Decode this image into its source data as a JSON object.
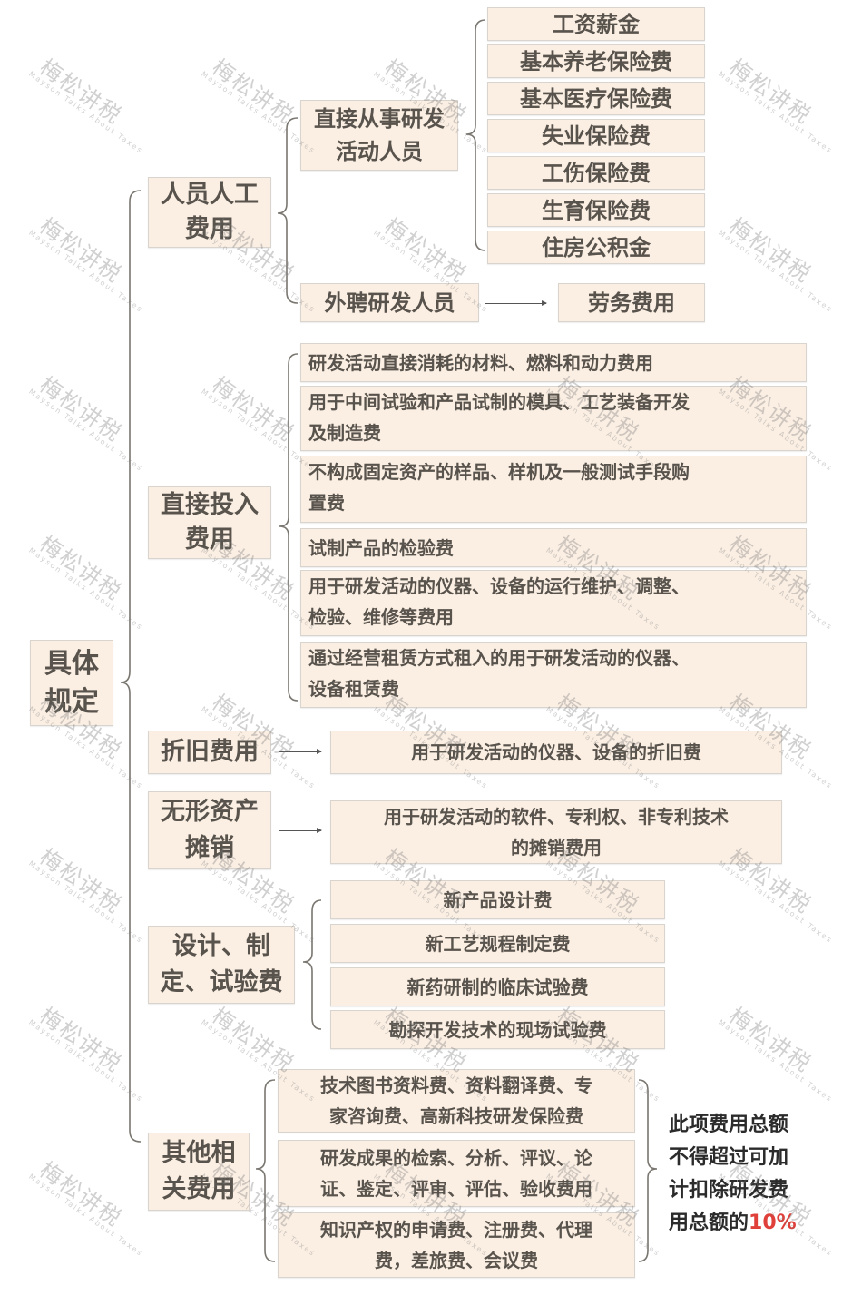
{
  "root": {
    "label": "具体\n规定",
    "line1": "具体",
    "line2": "规定"
  },
  "categories": [
    {
      "id": "personnel",
      "line1": "人员人工",
      "line2": "费用",
      "groups": [
        {
          "line1": "直接从事研发",
          "line2": "活动人员",
          "items": [
            "工资薪金",
            "基本养老保险费",
            "基本医疗保险费",
            "失业保险费",
            "工伤保险费",
            "生育保险费",
            "住房公积金"
          ]
        },
        {
          "label": "外聘研发人员",
          "items": [
            "劳务费用"
          ]
        }
      ]
    },
    {
      "id": "direct_input",
      "line1": "直接投入",
      "line2": "费用",
      "items": [
        {
          "line1": "研发活动直接消耗的材料、燃料和动力费用"
        },
        {
          "line1": "用于中间试验和产品试制的模具、工艺装备开发",
          "line2": "及制造费"
        },
        {
          "line1": "不构成固定资产的样品、样机及一般测试手段购",
          "line2": "置费"
        },
        {
          "line1": "试制产品的检验费"
        },
        {
          "line1": "用于研发活动的仪器、设备的运行维护、调整、",
          "line2": "检验、维修等费用"
        },
        {
          "line1": "通过经营租赁方式租入的用于研发活动的仪器、",
          "line2": "设备租赁费"
        }
      ]
    },
    {
      "id": "depreciation",
      "label": "折旧费用",
      "items": [
        "用于研发活动的仪器、设备的折旧费"
      ]
    },
    {
      "id": "intangible",
      "line1": "无形资产",
      "line2": "摊销",
      "items": [
        {
          "line1": "用于研发活动的软件、专利权、非专利技术",
          "line2": "的摊销费用"
        }
      ]
    },
    {
      "id": "design",
      "line1": "设计、制",
      "line2": "定、试验费",
      "items": [
        "新产品设计费",
        "新工艺规程制定费",
        "新药研制的临床试验费",
        "勘探开发技术的现场试验费"
      ]
    },
    {
      "id": "other",
      "line1": "其他相",
      "line2": "关费用",
      "items": [
        {
          "line1": "技术图书资料费、资料翻译费、专",
          "line2": "家咨询费、高新科技研发保险费"
        },
        {
          "line1": "研发成果的检索、分析、评议、论",
          "line2": "证、鉴定、评审、评估、验收费用"
        },
        {
          "line1": "知识产权的申请费、注册费、代理",
          "line2": "费，差旅费、会议费"
        }
      ],
      "note": {
        "lines": [
          "此项费用总额",
          "不得超过可加",
          "计扣除研发费"
        ],
        "last_prefix": "用总额的",
        "last_highlight": "10%",
        "highlight_color": "#e0403a"
      }
    }
  ],
  "watermark": {
    "cn": "梅松讲税",
    "en": "Mayson Talks About Taxes"
  },
  "colors": {
    "box_fill": "#fbefe3",
    "box_border": "#d9d4ce",
    "text": "#58534c",
    "line": "#777777"
  }
}
